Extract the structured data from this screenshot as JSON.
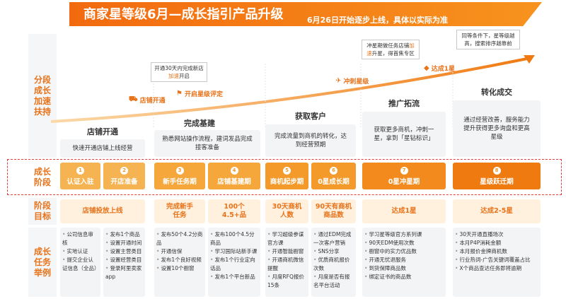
{
  "header": {
    "title": "商家星等级6月—成长指引产品升级",
    "note": "6月26日开始逐步上线，具体以实际为准"
  },
  "side_labels": {
    "stage_support": "分段成长加速扶持",
    "growth_stage": "成长阶段",
    "stage_goal": "阶段目标",
    "growth_tasks": "成长任务举例"
  },
  "milestones": [
    {
      "label": "店铺开通",
      "icon": "truck-icon"
    },
    {
      "label": "开启星级评定",
      "icon": "flag-icon"
    },
    {
      "label": "冲刺星级",
      "icon": "sprint-icon"
    },
    {
      "label": "达成1星",
      "icon": "diamond-icon"
    }
  ],
  "notes": {
    "n1": {
      "pre": "开通30天内完成新店",
      "hl": "加速",
      "post": "开启"
    },
    "n2": {
      "pre": "冲星期做任务店铺",
      "hl": "加速",
      "post": "升星，得首焦专区"
    },
    "n3": {
      "text": "同等条件下，星等级越高，搜索排序越靠前"
    }
  },
  "phases": [
    {
      "title": "店铺开通",
      "desc": "快速开通店铺上线经营"
    },
    {
      "title": "完成基建",
      "desc": "熟悉网站操作流程，建词发品完成接客准备"
    },
    {
      "title": "获取客户",
      "desc": "完成流量到商机的转化，达到经营预期"
    },
    {
      "title": "推广拓流",
      "desc": "获取更多商机，冲刺一星，拿到「星钻标识」"
    },
    {
      "title": "转化成交",
      "desc": "通过经营改善，服务能力提升获得更多询盘和更高星级"
    }
  ],
  "stages": [
    {
      "num": "1",
      "label": "认证入驻"
    },
    {
      "num": "2",
      "label": "开店准备"
    },
    {
      "num": "3",
      "label": "新手任务期"
    },
    {
      "num": "4",
      "label": "店铺基建期"
    },
    {
      "num": "5",
      "label": "商机起步期"
    },
    {
      "num": "6",
      "label": "0星成长期"
    },
    {
      "num": "7",
      "label": "0星冲星期"
    },
    {
      "num": "8",
      "label": "星级跃迁期"
    }
  ],
  "goals": {
    "g1": "店铺投放上线",
    "g2": "完成新手任务",
    "g3": "100个4.5+品",
    "g4": "30天商机人数",
    "g5": "90天有商机商品数",
    "g6": "达成1星",
    "g7": "达成2-5星"
  },
  "tasks": [
    [
      "公司信息审核",
      "实地认证",
      "提交企业认证信息（全品）"
    ],
    [
      "发布1个商品",
      "设置开通时间",
      "设置主营类目",
      "设置经营类目",
      "登录阿里卖家app"
    ],
    [
      "发布50个4.2分商品",
      "开通信保",
      "发布1个良好视频",
      "设置10个橱窗"
    ],
    [
      "发布100个4.5分商品",
      "学习国际站新手课",
      "发布1个行业定向话品",
      "发布1个平台新品"
    ],
    [
      "学习超级参谋官方课",
      "开通智能橱窗",
      "开通商机微信提醒",
      "月度RFQ报价15条"
    ],
    [
      "通过EDM完成一次客户营销",
      "SNS分享",
      "优质商机报价次数",
      "月度是否有报名平台活动"
    ],
    [
      "学习星等级官方系列课",
      "90天EDM使用次数",
      "橱窗中的实力优品数",
      "开通无忧退服务",
      "到货保障商品数",
      "绑定证书的商品数"
    ],
    [
      "30天开通直播场次",
      "本月P4P消耗金额",
      "本月报价金牌商机数",
      "行业热词-广告关键词覆盖占比",
      "X个商品查达任务即将逾期"
    ]
  ]
}
